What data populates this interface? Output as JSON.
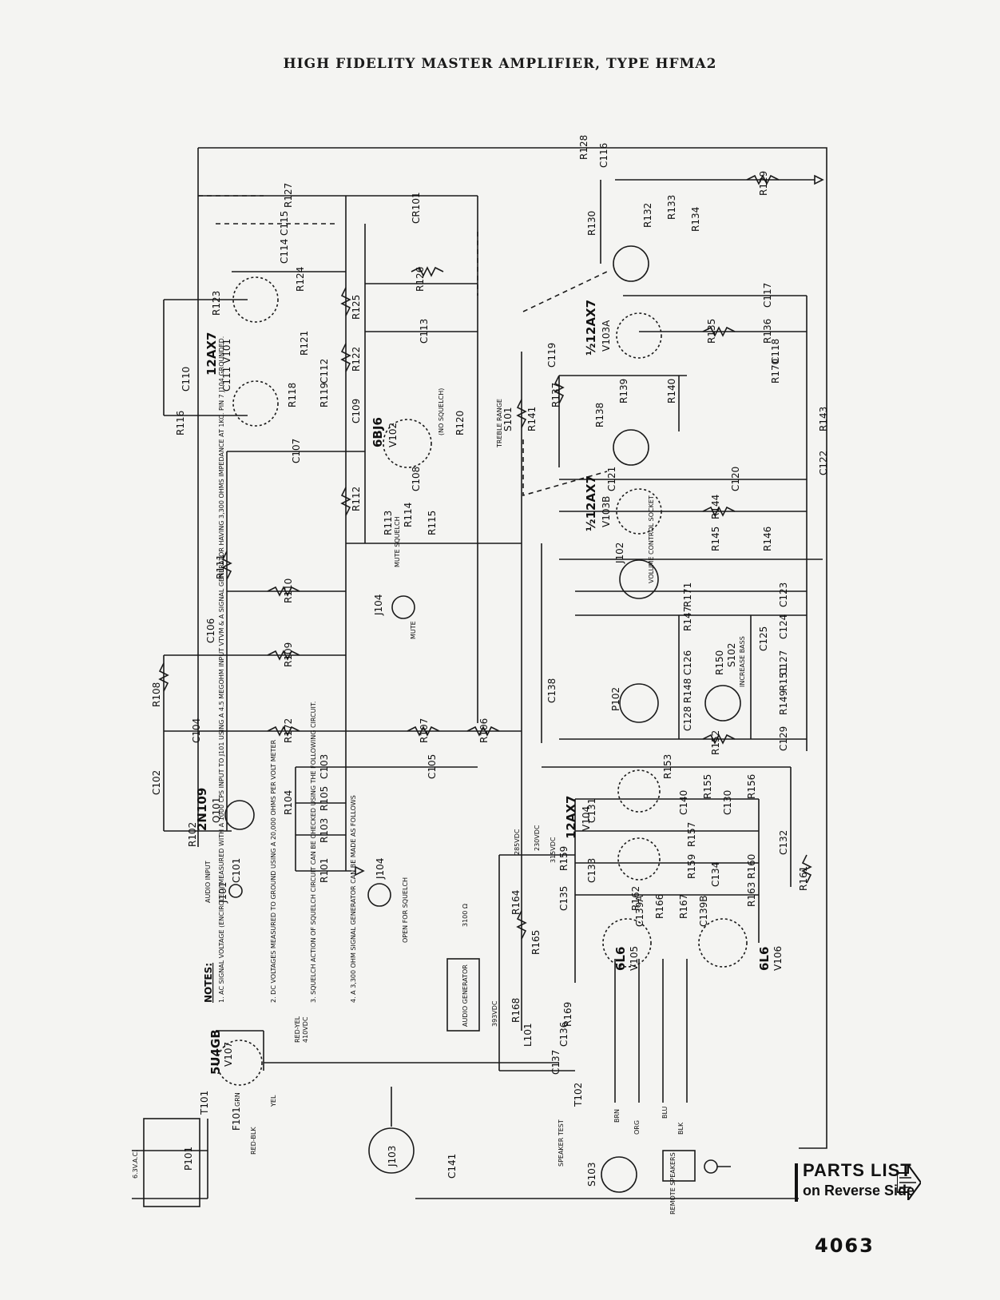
{
  "title": "HIGH FIDELITY MASTER AMPLIFIER, TYPE HFMA2",
  "page_number": "4063",
  "parts_list": {
    "line1": "PARTS LIST",
    "line2": "on Reverse Side"
  },
  "tubes": {
    "v101": "12AX7",
    "v101_ref": "V101",
    "v102": "6BJ6",
    "v102_ref": "V102",
    "v103a": "½12AX7",
    "v103a_ref": "V103A",
    "v103b": "½12AX7",
    "v103b_ref": "V103B",
    "v104": "12AX7",
    "v104_ref": "V104",
    "v105": "6L6",
    "v105_ref": "V105",
    "v106": "6L6",
    "v106_ref": "V106",
    "v107": "5U4GB",
    "v107_ref": "V107",
    "q101": "2N109",
    "q101_ref": "Q101"
  },
  "labels": {
    "r101": "R101",
    "r102": "R102",
    "r103": "R103",
    "r104": "R104",
    "r105": "R105",
    "r106": "R106",
    "r107": "R107",
    "r108": "R108",
    "r109": "R109",
    "r110": "R110",
    "r111": "R111",
    "r112": "R112",
    "r113": "R113",
    "r114": "R114",
    "r115": "R115",
    "r116": "R116",
    "r118": "R118",
    "r119": "R119",
    "r120": "R120",
    "r121": "R121",
    "r122": "R122",
    "r123": "R123",
    "r124": "R124",
    "r125": "R125",
    "r126": "R126",
    "r127": "R127",
    "r128": "R128",
    "r129": "R129",
    "r130": "R130",
    "r132": "R132",
    "r133": "R133",
    "r134": "R134",
    "r135": "R135",
    "r136": "R136",
    "r137": "R137",
    "r138": "R138",
    "r139": "R139",
    "r140": "R140",
    "r141": "R141",
    "r143": "R143",
    "r144": "R144",
    "r145": "R145",
    "r146": "R146",
    "r147": "R147",
    "r148": "R148",
    "r149": "R149",
    "r150": "R150",
    "r151": "R151",
    "r152": "R152",
    "r153": "R153",
    "r155": "R155",
    "r156": "R156",
    "r157": "R157",
    "r159": "R159",
    "r160": "R160",
    "r161": "R161",
    "r162": "R162",
    "r163": "R163",
    "r164": "R164",
    "r165": "R165",
    "r166": "R166",
    "r167": "R167",
    "r168": "R168",
    "r169": "R169",
    "r170": "R170",
    "r171": "R171",
    "r172": "R172",
    "c101": "C101",
    "c102": "C102",
    "c103": "C103",
    "c104": "C104",
    "c105": "C105",
    "c106": "C106",
    "c107": "C107",
    "c108": "C108",
    "c109": "C109",
    "c110": "C110",
    "c111": "C111",
    "c112": "C112",
    "c113": "C113",
    "c114": "C114",
    "c115": "C115",
    "c116": "C116",
    "c117": "C117",
    "c118": "C118",
    "c119": "C119",
    "c120": "C120",
    "c121": "C121",
    "c122": "C122",
    "c123": "C123",
    "c124": "C124",
    "c125": "C125",
    "c126": "C126",
    "c127": "C127",
    "c128": "C128",
    "c129": "C129",
    "c130": "C130",
    "c131": "C131",
    "c132": "C132",
    "c133": "C133",
    "c134": "C134",
    "c135": "C135",
    "c136": "C136",
    "c137": "C137",
    "c138": "C138",
    "c139a": "C139A",
    "c139b": "C139B",
    "c140": "C140",
    "c141": "C141",
    "j101": "J101",
    "j102": "J102",
    "j103": "J103",
    "j104": "J104",
    "p101": "P101",
    "p102": "P102",
    "s101": "S101",
    "s102": "S102",
    "s103": "S103",
    "t101": "T101",
    "t102": "T102",
    "l101": "L101",
    "f101": "F101",
    "cr101": "CR101",
    "v285": "285VDC",
    "v230": "230VDC",
    "v315": "315VDC",
    "v393": "393VDC",
    "v410": "410VDC",
    "treble": "TREBLE RANGE",
    "mute": "MUTE",
    "mute_squelch": "MUTE SQUELCH",
    "volume": "VOLUME CONTROL SOCKET",
    "increase_bass": "INCREASE BASS",
    "speaker_test": "SPEAKER TEST",
    "remote_speakers": "REMOTE SPEAKERS",
    "audio_input": "AUDIO INPUT",
    "audio_gen": "AUDIO GENERATOR",
    "open_squelch": "OPEN FOR SQUELCH",
    "ohm3100": "3100 Ω",
    "vac63": "6.3V.A.C.",
    "squelch_off": "(NO SQUELCH)",
    "red_yel": "RED-YEL",
    "red_blk": "RED-BLK",
    "blk": "BLK",
    "yel": "YEL",
    "grn": "GRN",
    "brn": "BRN",
    "blu": "BLU",
    "org": "ORG"
  },
  "notes": {
    "heading": "NOTES:",
    "n1": "1. AC SIGNAL VOLTAGE (ENCIRCLED) MEASURED WITH A 1000 CPS INPUT TO J101 USING A 4.5 MEGOHM INPUT VTVM & A SIGNAL GENERATOR HAVING 3,300 OHMS IMPEDANCE AT 1KC. PIN 7 J104 GROUNDED.",
    "n2": "2. DC VOLTAGES MEASURED TO GROUND USING A 20,000 OHMS PER VOLT METER",
    "n3": "3. SQUELCH ACTION OF SQUELCH CIRCUIT CAN BE CHECKED USING THE FOLLOWING CIRCUIT.",
    "n4": "4. A 3,300 OHM SIGNAL GENERATOR CAN BE MADE AS FOLLOWS"
  }
}
